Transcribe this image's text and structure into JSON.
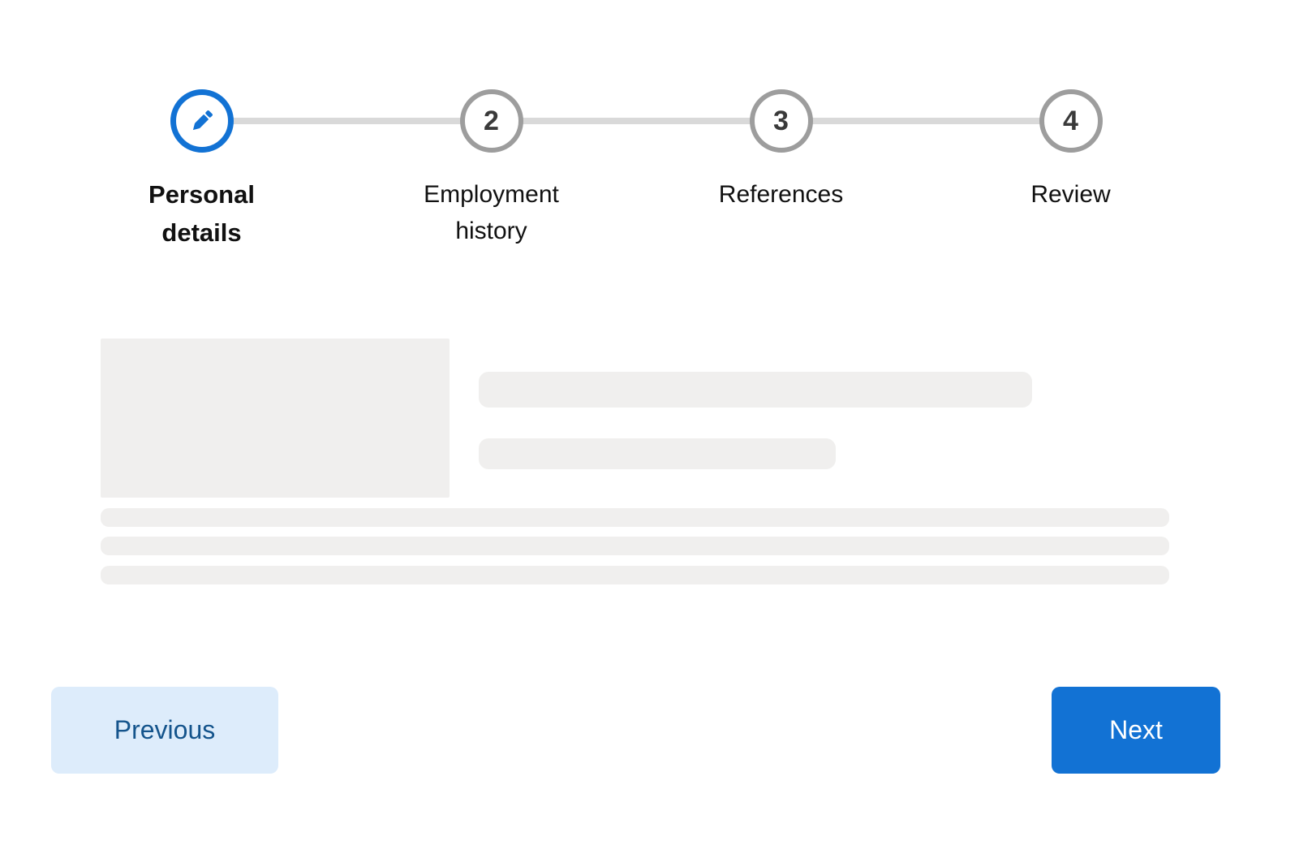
{
  "stepper": {
    "steps": [
      {
        "label": "Personal details",
        "state": "active",
        "icon": "pencil-edit"
      },
      {
        "label": "Employment history",
        "state": "upcoming",
        "number": "2"
      },
      {
        "label": "References",
        "state": "upcoming",
        "number": "3"
      },
      {
        "label": "Review",
        "state": "upcoming",
        "number": "4"
      }
    ]
  },
  "content": {
    "placeholders": [
      "image-placeholder",
      "text-line-placeholder-long",
      "text-line-placeholder-short",
      "full-width-line-1",
      "full-width-line-2",
      "full-width-line-3"
    ]
  },
  "footer": {
    "previous_label": "Previous",
    "next_label": "Next"
  },
  "colors": {
    "accent_blue": "#1272d4",
    "previous_bg": "#ddecfb",
    "previous_text": "#14548c",
    "inactive_circle_border": "#9d9d9d",
    "connector_line": "#d9d9d9",
    "skeleton_gray": "#f0efee",
    "step_number_text": "#3a3a3a",
    "label_text": "#111111"
  }
}
